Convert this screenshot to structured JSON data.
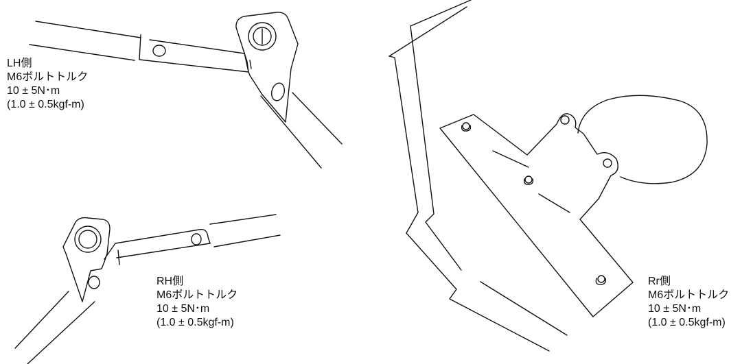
{
  "callouts": {
    "lh": {
      "side": "LH側",
      "bolt": "M6ボルトトルク",
      "torque_nm": "10 ± 5N･m",
      "torque_kgf": "(1.0 ± 0.5kgf-m)"
    },
    "rh": {
      "side": "RH側",
      "bolt": "M6ボルトトルク",
      "torque_nm": "10 ± 5N･m",
      "torque_kgf": "(1.0 ± 0.5kgf-m)"
    },
    "rr": {
      "side": "Rr側",
      "bolt": "M6ボルトトルク",
      "torque_nm": "10 ± 5N･m",
      "torque_kgf": "(1.0 ± 0.5kgf-m)"
    }
  },
  "style": {
    "line_color": "#111111",
    "background": "#ffffff"
  }
}
